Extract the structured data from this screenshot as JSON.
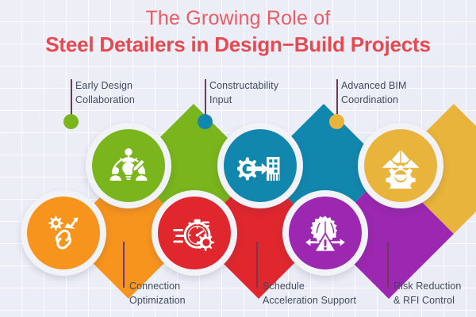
{
  "title": {
    "line1": "The Growing Role of",
    "line2": "Steel Detailers in Design−Build Projects",
    "line1_color": "#ec5b63",
    "line2_color": "#e8484f"
  },
  "background": {
    "color": "#eef0f7",
    "grid_line_color": "#ffffff"
  },
  "nodes": [
    {
      "id": "connection-optimization",
      "label": "Connection\nOptimization",
      "label_position": "bottom",
      "color": "#f7941d",
      "icon": "gear-arrow-chain-link-icon",
      "order": 1
    },
    {
      "id": "early-design-collaboration",
      "label": "Early Design\nCollaboration",
      "label_position": "top",
      "color": "#7ab51d",
      "icon": "team-lightbulb-pencil-icon",
      "order": 2
    },
    {
      "id": "schedule-acceleration-support",
      "label": "Schedule\nAcceleration Support",
      "label_position": "bottom",
      "color": "#e0272e",
      "icon": "stopwatch-gear-speed-icon",
      "order": 3
    },
    {
      "id": "constructability-input",
      "label": "Constructability\nInput",
      "label_position": "top",
      "color": "#1287ad",
      "icon": "gear-arrow-building-icon",
      "order": 4
    },
    {
      "id": "risk-reduction-rfi-control",
      "label": "Risk Reduction\n& RFI Control",
      "label_position": "bottom",
      "color": "#9c27b0",
      "icon": "shield-warning-triangle-icon",
      "order": 5
    },
    {
      "id": "advanced-bim-coordination",
      "label": "Advanced BIM\nCoordination",
      "label_position": "top",
      "color": "#e9b43c",
      "icon": "bim-structure-gear-icon",
      "order": 6
    }
  ],
  "labels": {
    "early_design_collaboration": "Early Design\nCollaboration",
    "constructability_input": "Constructability\nInput",
    "advanced_bim_coordination": "Advanced BIM\nCoordination",
    "connection_optimization": "Connection\nOptimization",
    "schedule_acceleration_support": "Schedule\nAcceleration Support",
    "risk_reduction_rfi_control": "Risk Reduction\n& RFI Control"
  }
}
